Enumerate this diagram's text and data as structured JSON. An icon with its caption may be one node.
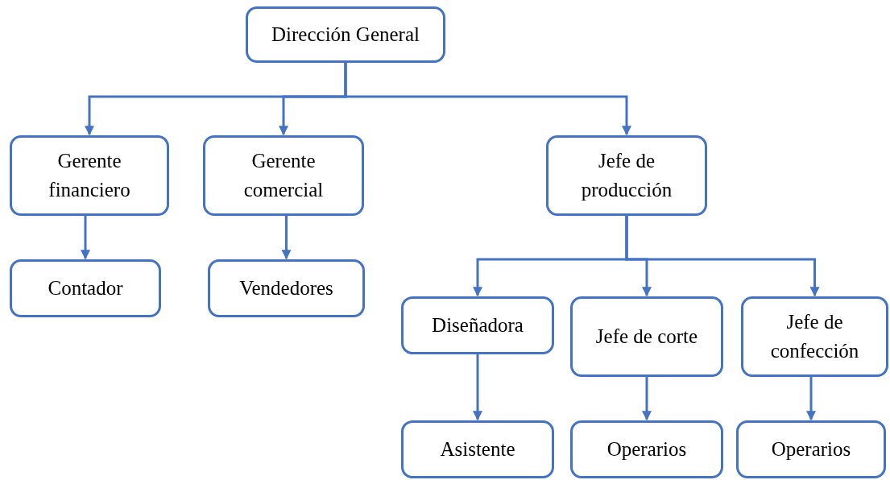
{
  "diagram": {
    "nodes": [
      {
        "text": [
          "Dirección General"
        ]
      },
      {
        "text": [
          "Gerente financiero"
        ]
      },
      {
        "text": [
          "Gerente comercial"
        ]
      },
      {
        "text": [
          "Jefe de producción"
        ]
      },
      {
        "text": [
          "Contador"
        ]
      },
      {
        "text": [
          "Vendedores"
        ]
      },
      {
        "text": [
          "Diseñadora"
        ]
      },
      {
        "text": [
          "Jefe de corte"
        ]
      },
      {
        "text": [
          "Jefe de confección"
        ]
      },
      {
        "text": [
          "Asistente"
        ]
      },
      {
        "text": [
          "Operarios"
        ]
      },
      {
        "text": [
          "Operarios"
        ]
      }
    ],
    "edges": [
      {
        "from": 0,
        "to": 1,
        "arrow": "to"
      },
      {
        "from": 0,
        "to": 2,
        "arrow": "to"
      },
      {
        "from": 0,
        "to": 3,
        "arrow": "to"
      },
      {
        "from": 1,
        "to": 4,
        "arrow": "to"
      },
      {
        "from": 2,
        "to": 5,
        "arrow": "to"
      },
      {
        "from": 3,
        "to": 6,
        "arrow": "to"
      },
      {
        "from": 3,
        "to": 7,
        "arrow": "to"
      },
      {
        "from": 3,
        "to": 8,
        "arrow": "to"
      },
      {
        "from": 6,
        "to": 9,
        "arrow": "to"
      },
      {
        "from": 7,
        "to": 10,
        "arrow": "to"
      },
      {
        "from": 8,
        "to": 11,
        "arrow": "to"
      }
    ]
  }
}
